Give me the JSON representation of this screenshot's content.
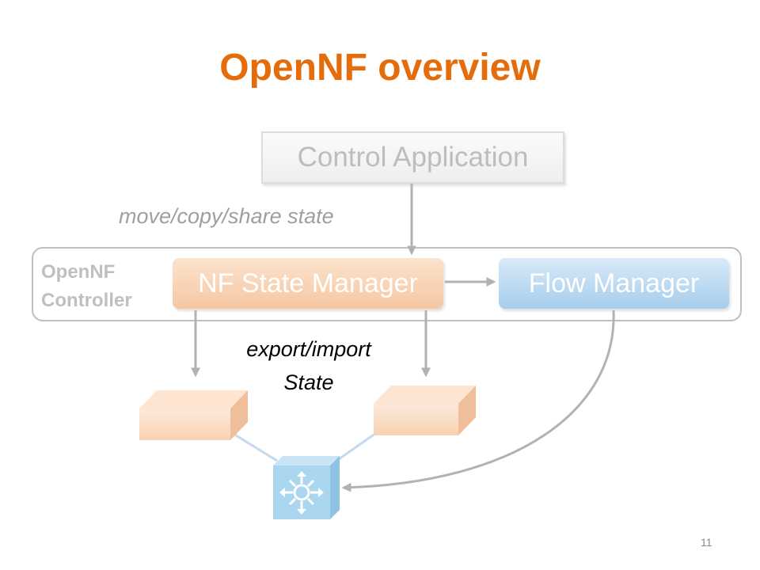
{
  "slide": {
    "title": "OpenNF overview",
    "page_number": "11"
  },
  "diagram": {
    "control_application": "Control Application",
    "controller_label_line1": "OpenNF",
    "controller_label_line2": "Controller",
    "nf_state_manager": "NF State Manager",
    "flow_manager": "Flow Manager",
    "move_label": "move/copy/share state",
    "export_label_line1": "export/import",
    "export_label_line2": "State",
    "nf_instances": [
      "nf-instance-left",
      "nf-instance-right"
    ],
    "switch_icon": "network-switch-icon"
  },
  "colors": {
    "title": "#e46c0a",
    "nf_state_manager": "#f6c7a2",
    "flow_manager": "#a7cdec",
    "arrows": "#b2b2b2",
    "controller_frame": "#bfbfbf"
  }
}
